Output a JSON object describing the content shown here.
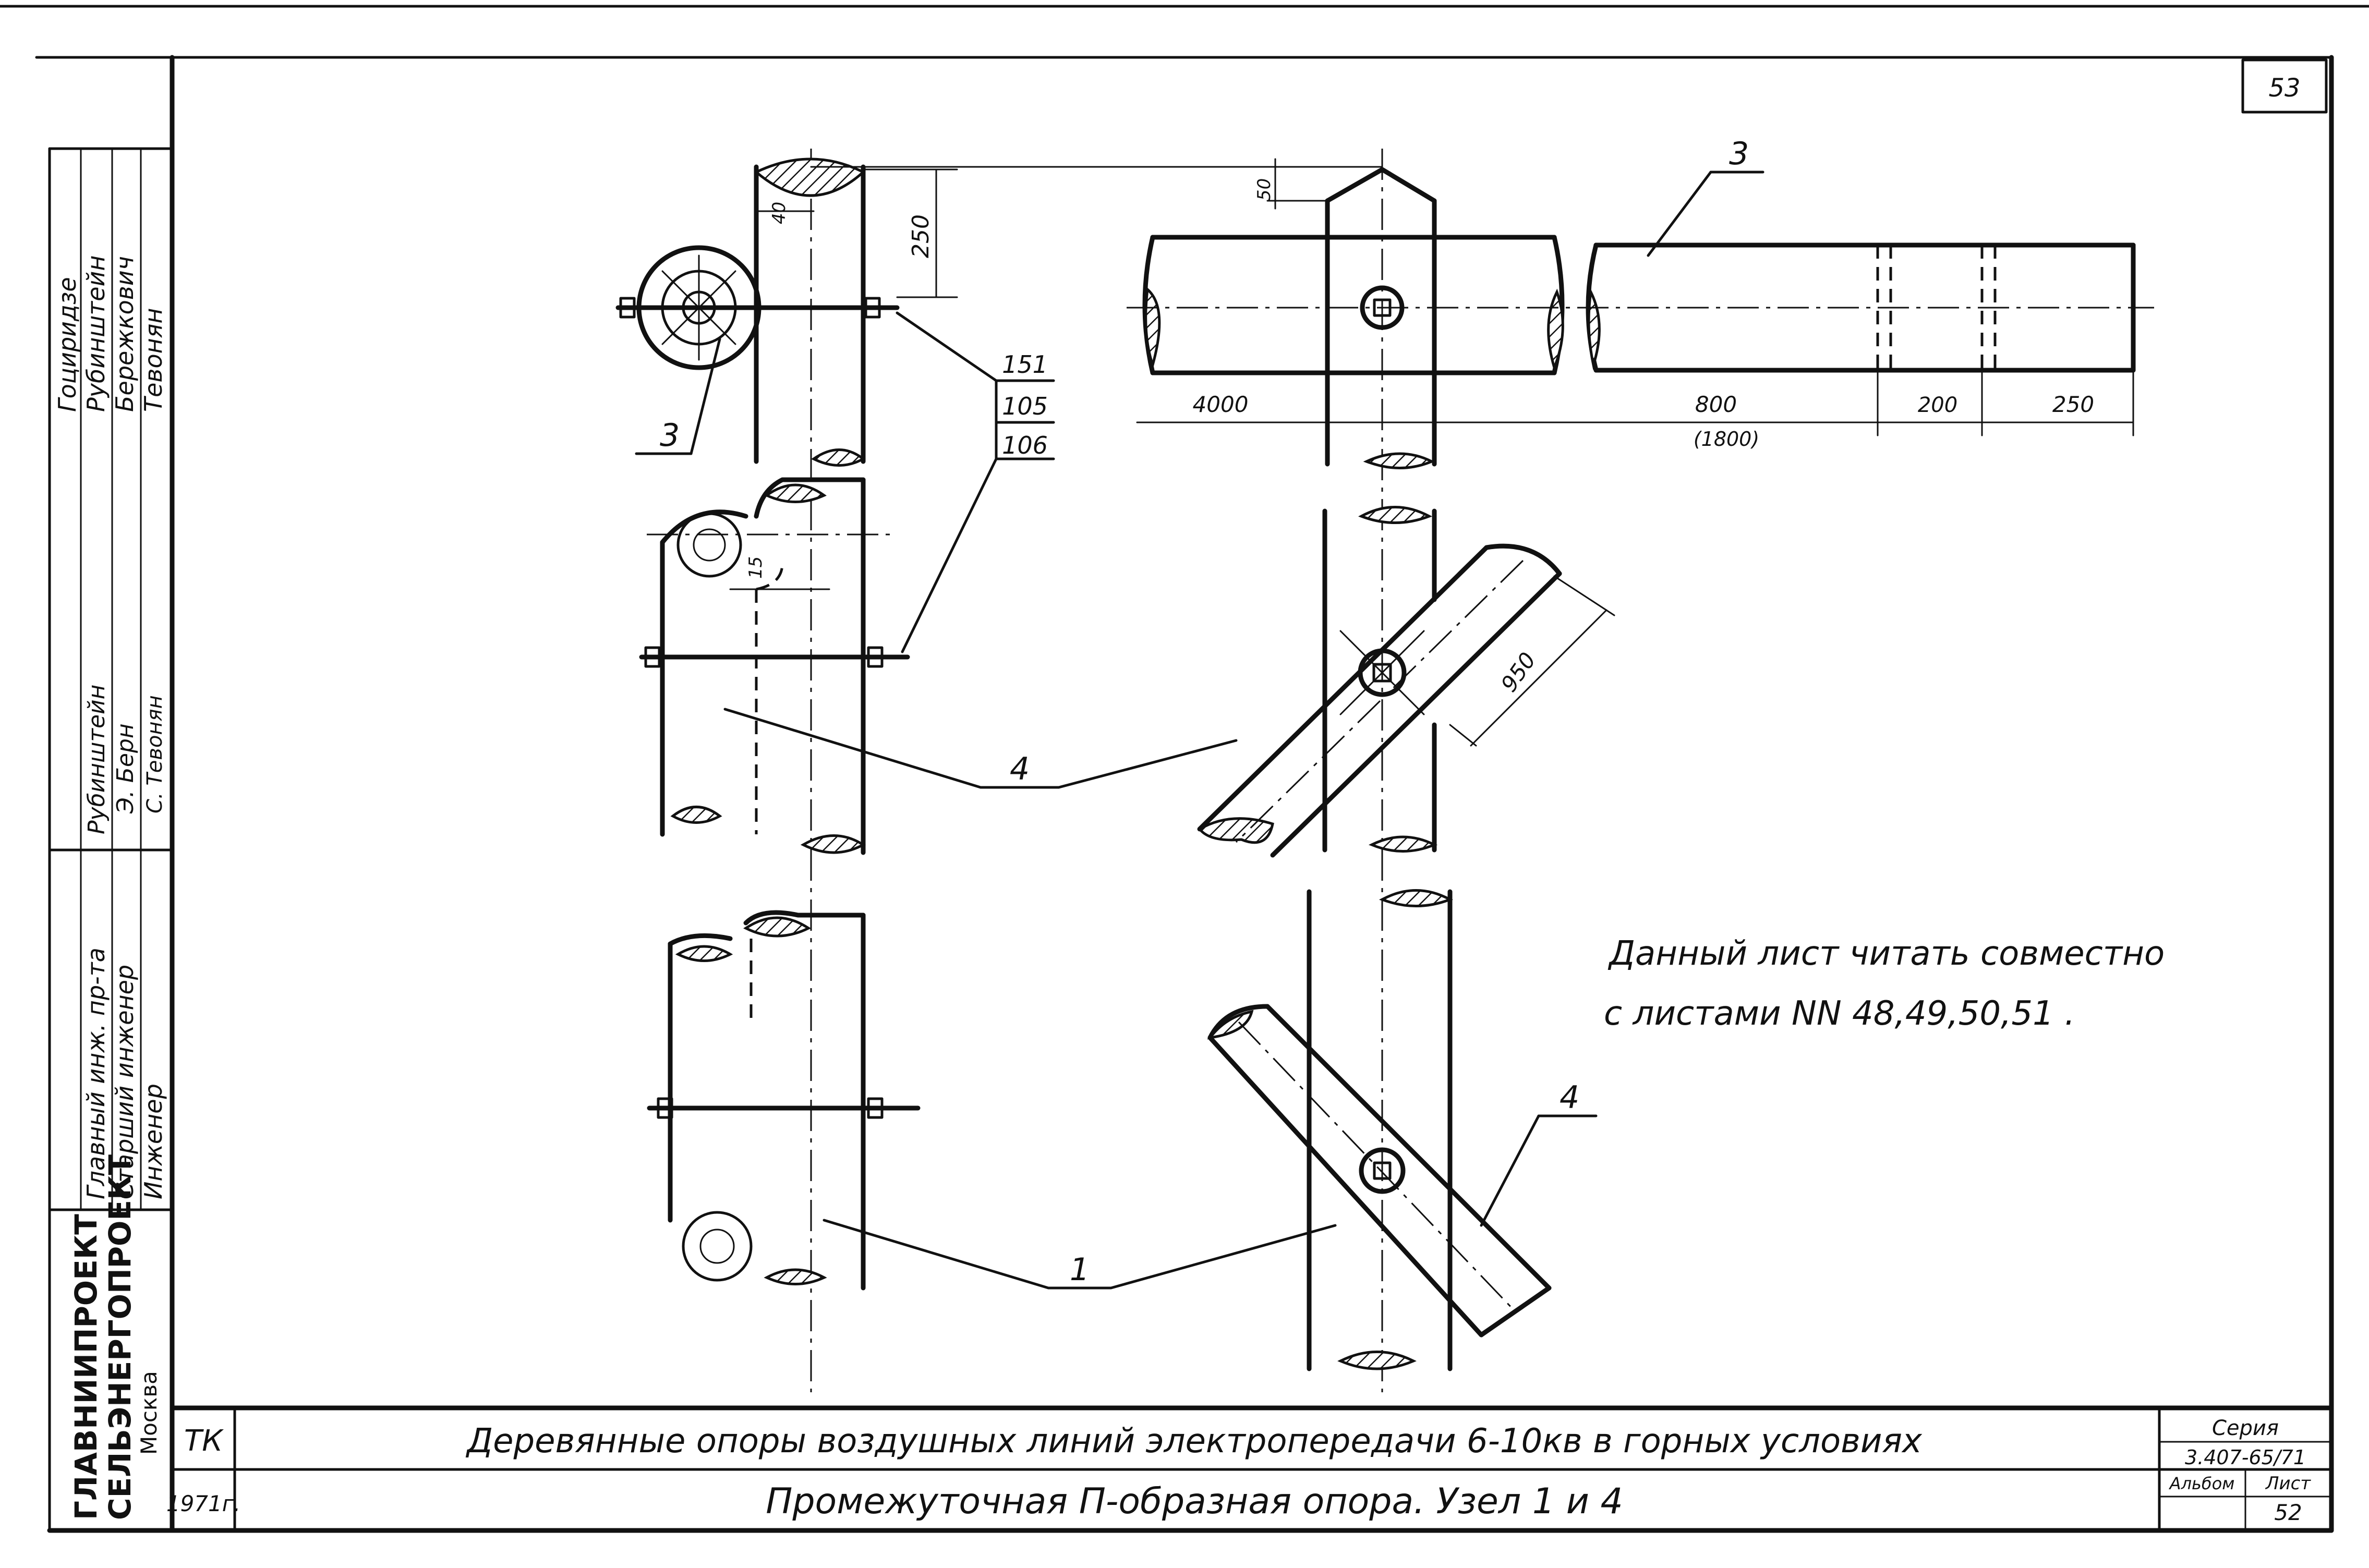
{
  "sheet_number": "53",
  "stamp": {
    "organization_line1": "ГЛАВНИИПРОЕКТ",
    "organization_line2": "СЕЛЬЭНЕРГОПРОЕКТ",
    "city": "Москва",
    "roles": [
      "Главный инж. пр-та",
      "Старший инженер",
      "Инженер"
    ],
    "signatures": [
      "Рубинштейн",
      "Э. Берн",
      "С. Тевонян"
    ],
    "surnames": [
      "Гоциридзе",
      "Рубинштейн",
      "Бережкович",
      "Тевонян"
    ]
  },
  "callouts": {
    "part_3": "3",
    "part_4": "4",
    "part_1": "1",
    "bolt_refs": [
      "151",
      "105",
      "106"
    ]
  },
  "dimensions": {
    "d250_vertical": "250",
    "d40": "40",
    "d50": "50",
    "d15": "15",
    "d950": "950",
    "d4000": "4000",
    "d800": "800",
    "d1800": "(1800)",
    "d200": "200",
    "d250_horizontal": "250"
  },
  "note": {
    "line1": "Данный лист читать совместно",
    "line2": "с листами NN 48,49,50,51 ."
  },
  "title_block": {
    "code": "ТК",
    "year": "1971г.",
    "main_title": "Деревянные опоры воздушных линий электропередачи 6-10кв в горных условиях",
    "subtitle": "Промежуточная П-образная опора. Узел 1 и 4",
    "series_label": "Серия",
    "series_value": "3.407-65/71",
    "album_label": "Альбом",
    "sheet_label": "Лист",
    "sheet_value": "52"
  }
}
